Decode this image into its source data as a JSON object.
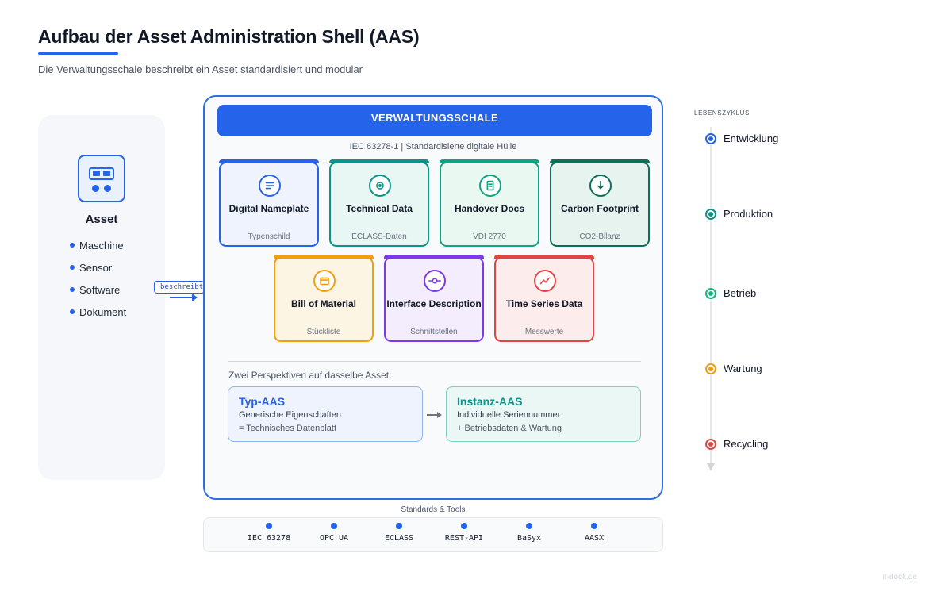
{
  "page": {
    "title": "Aufbau der Asset Administration Shell (AAS)",
    "subtitle": "Die Verwaltungsschale beschreibt ein Asset standardisiert und modular",
    "watermark": "it-dock.de"
  },
  "asset": {
    "icon": "machine-icon",
    "name": "Asset",
    "items": [
      "Maschine",
      "Sensor",
      "Software",
      "Dokument"
    ]
  },
  "relation": {
    "label": "beschreibt"
  },
  "shell": {
    "header": "VERWALTUNGSSCHALE",
    "norm": "IEC 63278-1  |  Standardisierte digitale Hülle",
    "submodels": [
      {
        "name": "Digital Nameplate",
        "sub": "Typenschild",
        "icon": "list-icon",
        "color": "#2563eb",
        "bg": "#eef3fd"
      },
      {
        "name": "Technical Data",
        "sub": "ECLASS-Daten",
        "icon": "target-icon",
        "color": "#0d9488",
        "bg": "#e8f6f4"
      },
      {
        "name": "Handover Docs",
        "sub": "VDI 2770",
        "icon": "document-icon",
        "color": "#10a37f",
        "bg": "#e9f8f1"
      },
      {
        "name": "Carbon Footprint",
        "sub": "CO2-Bilanz",
        "icon": "download-icon",
        "color": "#0f6e58",
        "bg": "#e7f3ef"
      },
      {
        "name": "Bill of Material",
        "sub": "Stückliste",
        "icon": "box-icon",
        "color": "#f59e0b",
        "bg": "#fdf5e3"
      },
      {
        "name": "Interface Description",
        "sub": "Schnittstellen",
        "icon": "connector-icon",
        "color": "#7c3aed",
        "bg": "#f3edfd"
      },
      {
        "name": "Time Series Data",
        "sub": "Messwerte",
        "icon": "trend-icon",
        "color": "#e04444",
        "bg": "#fdecec"
      }
    ],
    "perspectives_label": "Zwei Perspektiven auf dasselbe Asset:",
    "type_aas": {
      "name": "Typ-AAS",
      "desc": "Generische Eigenschaften",
      "extra": "= Technisches Datenblatt",
      "color": "#2563eb"
    },
    "instance_aas": {
      "name": "Instanz-AAS",
      "desc": "Individuelle Seriennummer",
      "extra": "+ Betriebsdaten & Wartung",
      "color": "#0d9488"
    }
  },
  "standards": {
    "label": "Standards & Tools",
    "items": [
      "IEC 63278",
      "OPC UA",
      "ECLASS",
      "REST-API",
      "BaSyx",
      "AASX"
    ]
  },
  "lifecycle": {
    "label": "LEBENSZYKLUS",
    "steps": [
      {
        "name": "Entwicklung",
        "color": "#2563eb"
      },
      {
        "name": "Produktion",
        "color": "#0d9488"
      },
      {
        "name": "Betrieb",
        "color": "#10b981"
      },
      {
        "name": "Wartung",
        "color": "#f59e0b"
      },
      {
        "name": "Recycling",
        "color": "#e04444"
      }
    ]
  }
}
